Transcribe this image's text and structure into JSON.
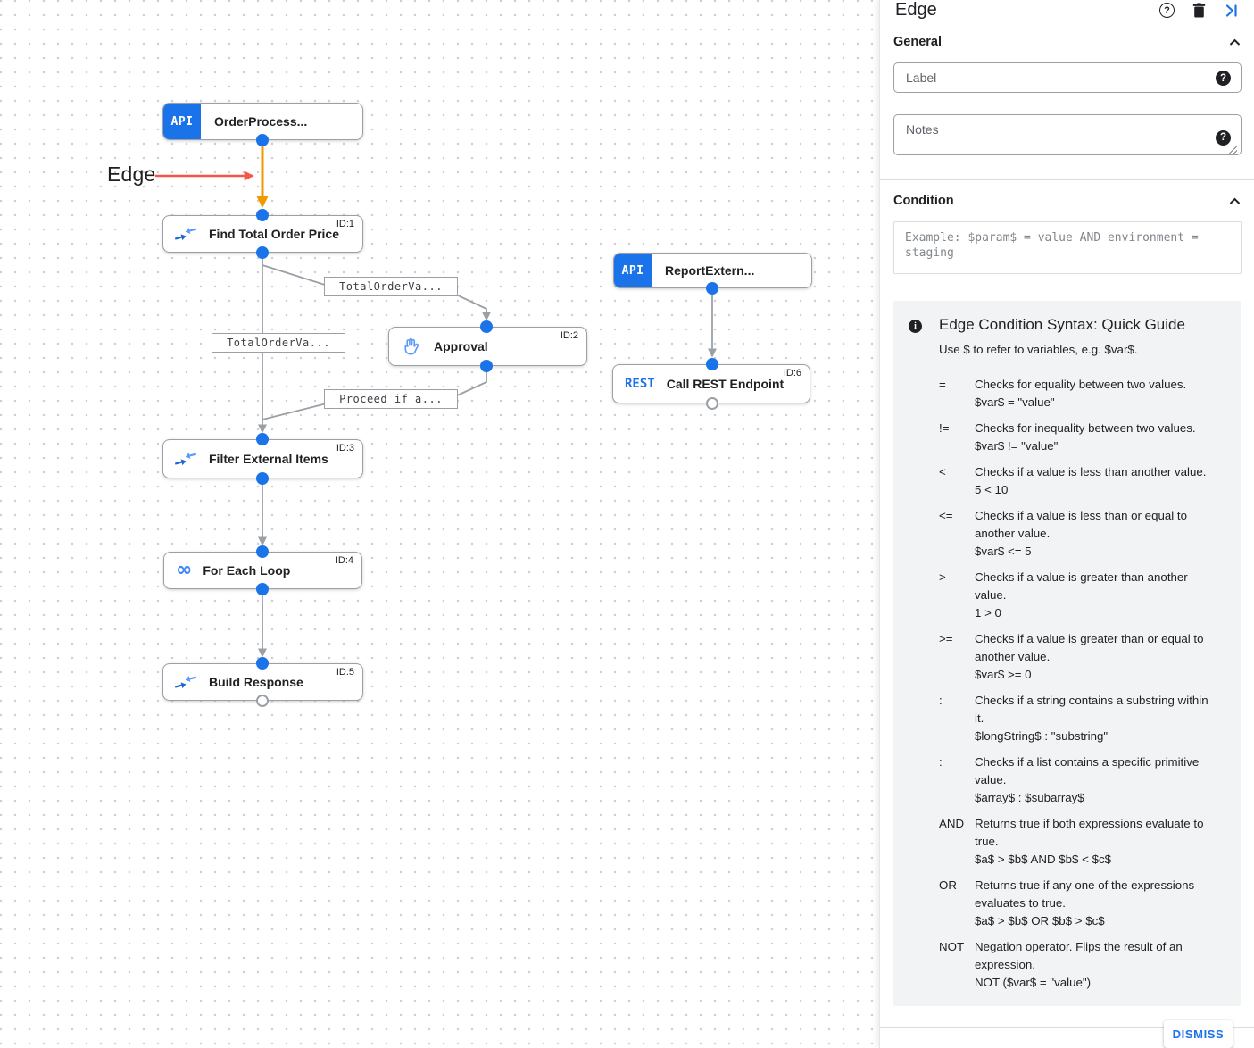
{
  "canvas": {
    "annotation_label": "Edge",
    "icons": {
      "api": "API",
      "rest": "REST",
      "loop_glyph": "∞"
    },
    "nodes": [
      {
        "id": "",
        "label": "OrderProcess..."
      },
      {
        "id": "ID:1",
        "label": "Find Total Order Price"
      },
      {
        "id": "ID:2",
        "label": "Approval"
      },
      {
        "id": "",
        "label": "ReportExtern..."
      },
      {
        "id": "ID:6",
        "label": "Call REST Endpoint"
      },
      {
        "id": "ID:3",
        "label": "Filter External Items"
      },
      {
        "id": "ID:4",
        "label": "For Each Loop"
      },
      {
        "id": "ID:5",
        "label": "Build Response"
      }
    ],
    "edge_labels": [
      {
        "text": "TotalOrderVa..."
      },
      {
        "text": "TotalOrderVa..."
      },
      {
        "text": "Proceed if a..."
      }
    ],
    "colors": {
      "edge": "#9aa0a6",
      "selected_edge": "#f29900",
      "annotation_arrow": "#f4564a",
      "port": "#1a73e8"
    }
  },
  "panel": {
    "title": "Edge",
    "general": {
      "section_title": "General",
      "label_placeholder": "Label",
      "notes_placeholder": "Notes"
    },
    "condition": {
      "section_title": "Condition",
      "placeholder": "Example: $param$ = value AND environment = staging"
    },
    "guide": {
      "title": "Edge Condition Syntax: Quick Guide",
      "subtitle": "Use $ to refer to variables, e.g. $var$.",
      "entries": [
        {
          "op": "=",
          "desc": "Checks for equality between two values.",
          "example": "$var$ = \"value\""
        },
        {
          "op": "!=",
          "desc": "Checks for inequality between two values.",
          "example": "$var$ != \"value\""
        },
        {
          "op": "<",
          "desc": "Checks if a value is less than another value.",
          "example": "5 < 10"
        },
        {
          "op": "<=",
          "desc": "Checks if a value is less than or equal to another value.",
          "example": "$var$ <= 5"
        },
        {
          "op": ">",
          "desc": "Checks if a value is greater than another value.",
          "example": "1 > 0"
        },
        {
          "op": ">=",
          "desc": "Checks if a value is greater than or equal to another value.",
          "example": "$var$ >= 0"
        },
        {
          "op": ":",
          "desc": "Checks if a string contains a substring within it.",
          "example": "$longString$ : \"substring\""
        },
        {
          "op": ":",
          "desc": "Checks if a list contains a specific primitive value.",
          "example": "$array$ : $subarray$"
        },
        {
          "op": "AND",
          "desc": "Returns true if both expressions evaluate to true.",
          "example": "$a$ > $b$ AND $b$ < $c$"
        },
        {
          "op": "OR",
          "desc": "Returns true if any one of the expressions evaluates to true.",
          "example": "$a$ > $b$ OR $b$ > $c$"
        },
        {
          "op": "NOT",
          "desc": "Negation operator. Flips the result of an expression.",
          "example": "NOT ($var$ = \"value\")"
        }
      ]
    },
    "dismiss_label": "DISMISS"
  }
}
